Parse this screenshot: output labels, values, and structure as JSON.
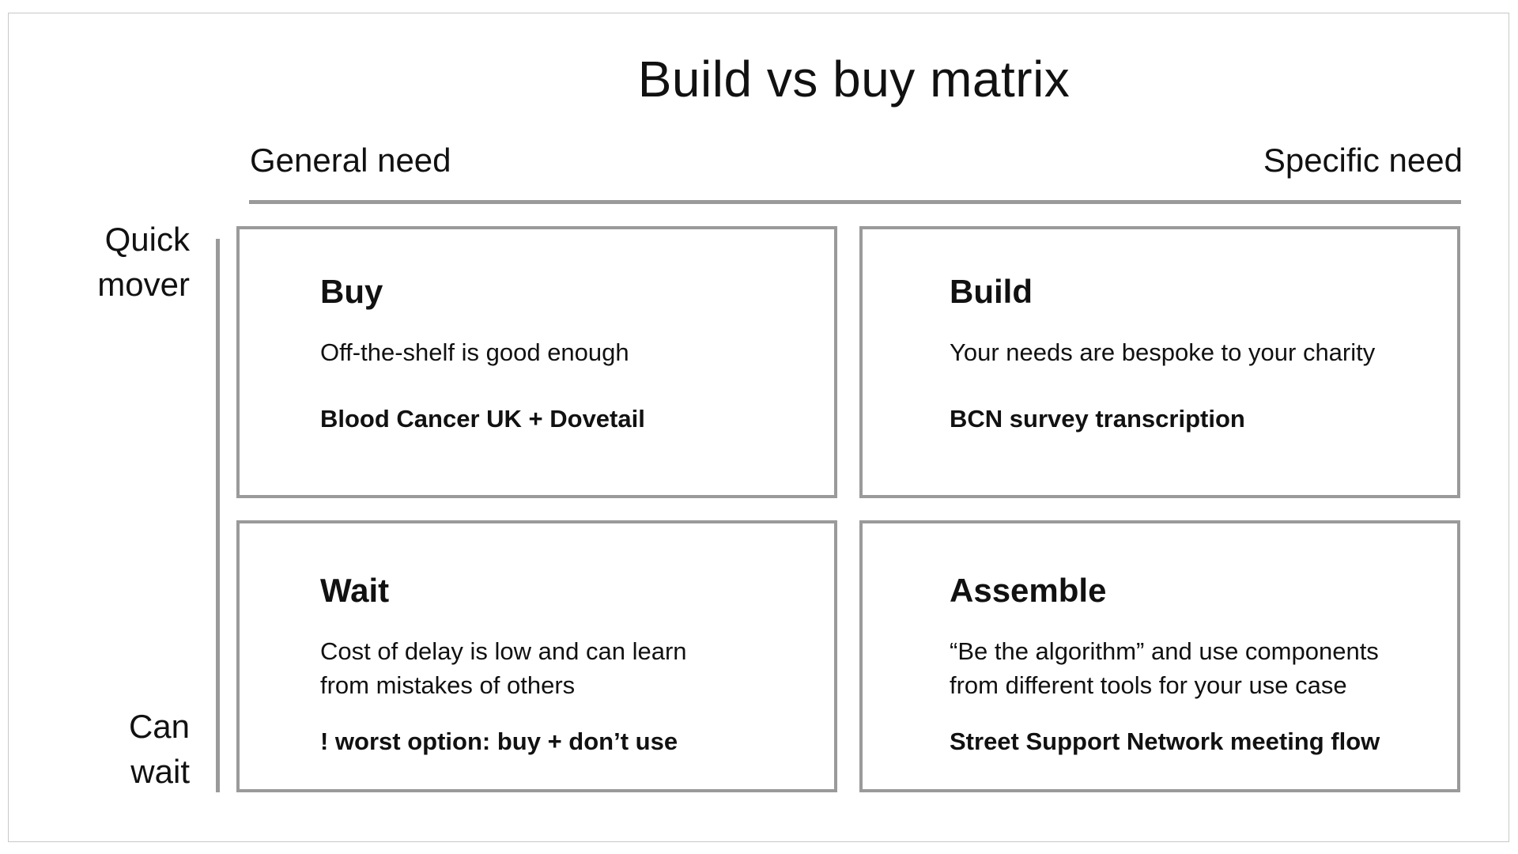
{
  "title": "Build vs buy matrix",
  "axes": {
    "x_left": "General need",
    "x_right": "Specific need",
    "y_top_line1": "Quick",
    "y_top_line2": "mover",
    "y_bottom_line1": "Can",
    "y_bottom_line2": "wait"
  },
  "quadrants": {
    "top_left": {
      "heading": "Buy",
      "description": "Off-the-shelf is good enough",
      "example": "Blood Cancer UK + Dovetail"
    },
    "top_right": {
      "heading": "Build",
      "description": "Your needs are bespoke to your charity",
      "example": "BCN survey transcription"
    },
    "bottom_left": {
      "heading": "Wait",
      "description_line1": "Cost of delay is low and can learn",
      "description_line2": "from mistakes of others",
      "example": "! worst option: buy + don’t use"
    },
    "bottom_right": {
      "heading": "Assemble",
      "description_line1": "“Be the algorithm” and use components",
      "description_line2": "from different tools for your use case",
      "example": "Street Support Network meeting flow"
    }
  },
  "colors": {
    "border": "#9a9a9a",
    "text": "#111111",
    "background": "#ffffff"
  }
}
